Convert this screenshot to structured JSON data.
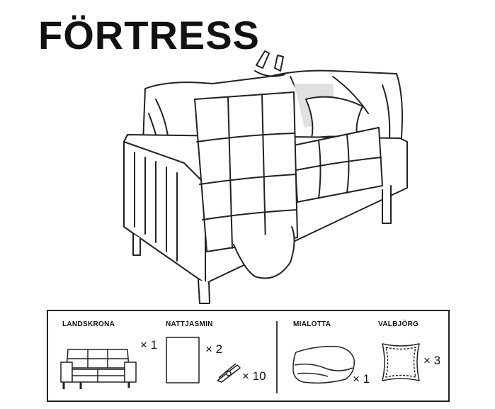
{
  "title": "FÖRTRESS",
  "parts": {
    "landskrona": {
      "name": "LANDSKRONA",
      "qty": "× 1"
    },
    "nattjasmin": {
      "name": "NATTJASMIN",
      "qty": "× 2"
    },
    "clothespin": {
      "qty": "× 10"
    },
    "mialotta": {
      "name": "MIALOTTA",
      "qty": "× 1"
    },
    "valbjorg": {
      "name": "VALBJÖRG",
      "qty": "× 3"
    }
  }
}
